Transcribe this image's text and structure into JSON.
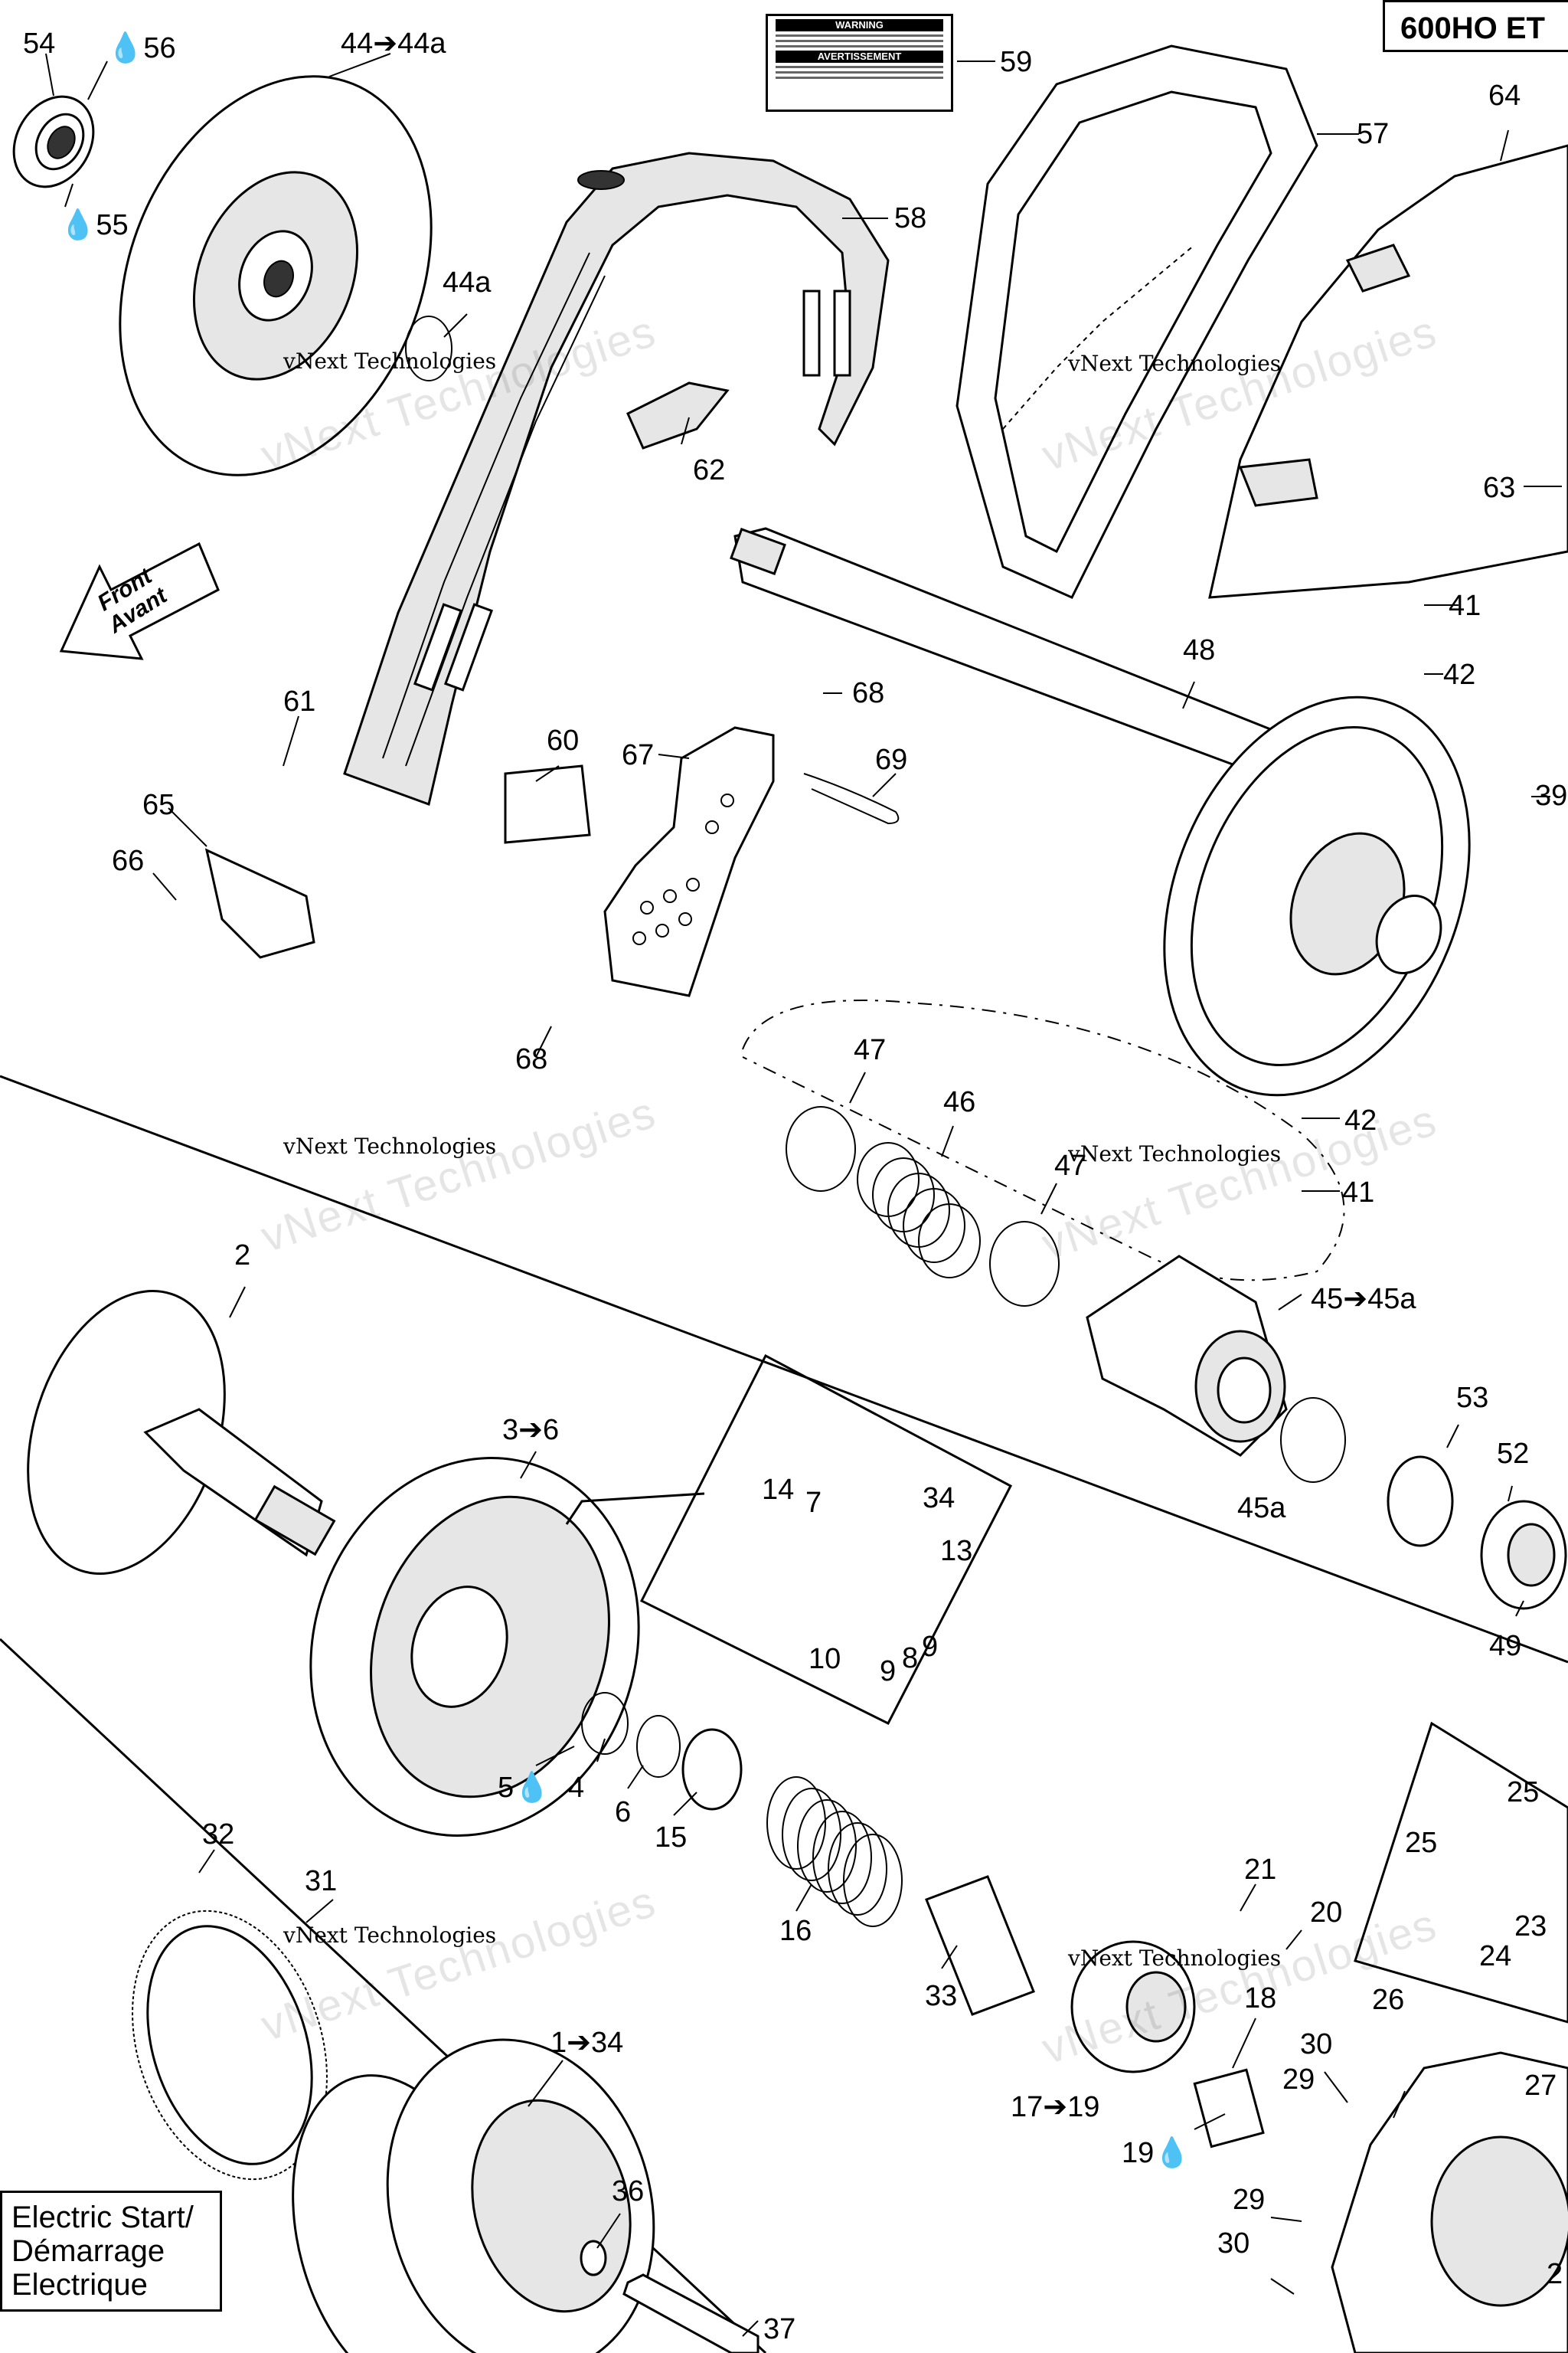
{
  "model": "600HO ET",
  "front_label": {
    "en": "Front",
    "fr": "Avant"
  },
  "electric_start_label": [
    "Electric Start/",
    "Démarrage",
    "Electrique"
  ],
  "warning_label": {
    "title_en": "WARNING",
    "title_fr": "AVERTISSEMENT"
  },
  "watermark": {
    "small": "vNext Technologies",
    "large": "vNext Technologies"
  },
  "callouts": [
    {
      "id": "c54",
      "text": "54"
    },
    {
      "id": "c56",
      "text": "56"
    },
    {
      "id": "c55",
      "text": "55"
    },
    {
      "id": "c44",
      "text": "44➔44a"
    },
    {
      "id": "c44a",
      "text": "44a"
    },
    {
      "id": "c59",
      "text": "59"
    },
    {
      "id": "c57",
      "text": "57"
    },
    {
      "id": "c64",
      "text": "64"
    },
    {
      "id": "c58",
      "text": "58"
    },
    {
      "id": "c62",
      "text": "62"
    },
    {
      "id": "c63",
      "text": "63"
    },
    {
      "id": "c41a",
      "text": "41"
    },
    {
      "id": "c42a",
      "text": "42"
    },
    {
      "id": "c48",
      "text": "48"
    },
    {
      "id": "c39",
      "text": "39"
    },
    {
      "id": "c61",
      "text": "61"
    },
    {
      "id": "c60",
      "text": "60"
    },
    {
      "id": "c67",
      "text": "67"
    },
    {
      "id": "c68a",
      "text": "68"
    },
    {
      "id": "c69",
      "text": "69"
    },
    {
      "id": "c65",
      "text": "65"
    },
    {
      "id": "c66",
      "text": "66"
    },
    {
      "id": "c68b",
      "text": "68"
    },
    {
      "id": "c47a",
      "text": "47"
    },
    {
      "id": "c46",
      "text": "46"
    },
    {
      "id": "c47b",
      "text": "47"
    },
    {
      "id": "c42b",
      "text": "42"
    },
    {
      "id": "c41b",
      "text": "41"
    },
    {
      "id": "c45",
      "text": "45➔45a"
    },
    {
      "id": "c2",
      "text": "2"
    },
    {
      "id": "c3",
      "text": "3➔6"
    },
    {
      "id": "c7",
      "text": "7"
    },
    {
      "id": "c14",
      "text": "14"
    },
    {
      "id": "c34a",
      "text": "34"
    },
    {
      "id": "c13",
      "text": "13"
    },
    {
      "id": "c10",
      "text": "10"
    },
    {
      "id": "c9a",
      "text": "9"
    },
    {
      "id": "c8",
      "text": "8"
    },
    {
      "id": "c9b",
      "text": "9"
    },
    {
      "id": "c53",
      "text": "53"
    },
    {
      "id": "c52",
      "text": "52"
    },
    {
      "id": "c45a",
      "text": "45a"
    },
    {
      "id": "c49",
      "text": "49"
    },
    {
      "id": "c5",
      "text": "5"
    },
    {
      "id": "c4",
      "text": "4"
    },
    {
      "id": "c6",
      "text": "6"
    },
    {
      "id": "c15",
      "text": "15"
    },
    {
      "id": "c16",
      "text": "16"
    },
    {
      "id": "c25a",
      "text": "25"
    },
    {
      "id": "c25b",
      "text": "25"
    },
    {
      "id": "c23",
      "text": "23"
    },
    {
      "id": "c24",
      "text": "24"
    },
    {
      "id": "c32",
      "text": "32"
    },
    {
      "id": "c31",
      "text": "31"
    },
    {
      "id": "c21",
      "text": "21"
    },
    {
      "id": "c20",
      "text": "20"
    },
    {
      "id": "c33",
      "text": "33"
    },
    {
      "id": "c18",
      "text": "18"
    },
    {
      "id": "c26",
      "text": "26"
    },
    {
      "id": "c1",
      "text": "1➔34"
    },
    {
      "id": "c30a",
      "text": "30"
    },
    {
      "id": "c29a",
      "text": "29"
    },
    {
      "id": "c27",
      "text": "27"
    },
    {
      "id": "c17",
      "text": "17➔19"
    },
    {
      "id": "c19",
      "text": "19"
    },
    {
      "id": "c36",
      "text": "36"
    },
    {
      "id": "c29b",
      "text": "29"
    },
    {
      "id": "c30b",
      "text": "30"
    },
    {
      "id": "c37",
      "text": "37"
    },
    {
      "id": "c2b",
      "text": "2"
    }
  ]
}
